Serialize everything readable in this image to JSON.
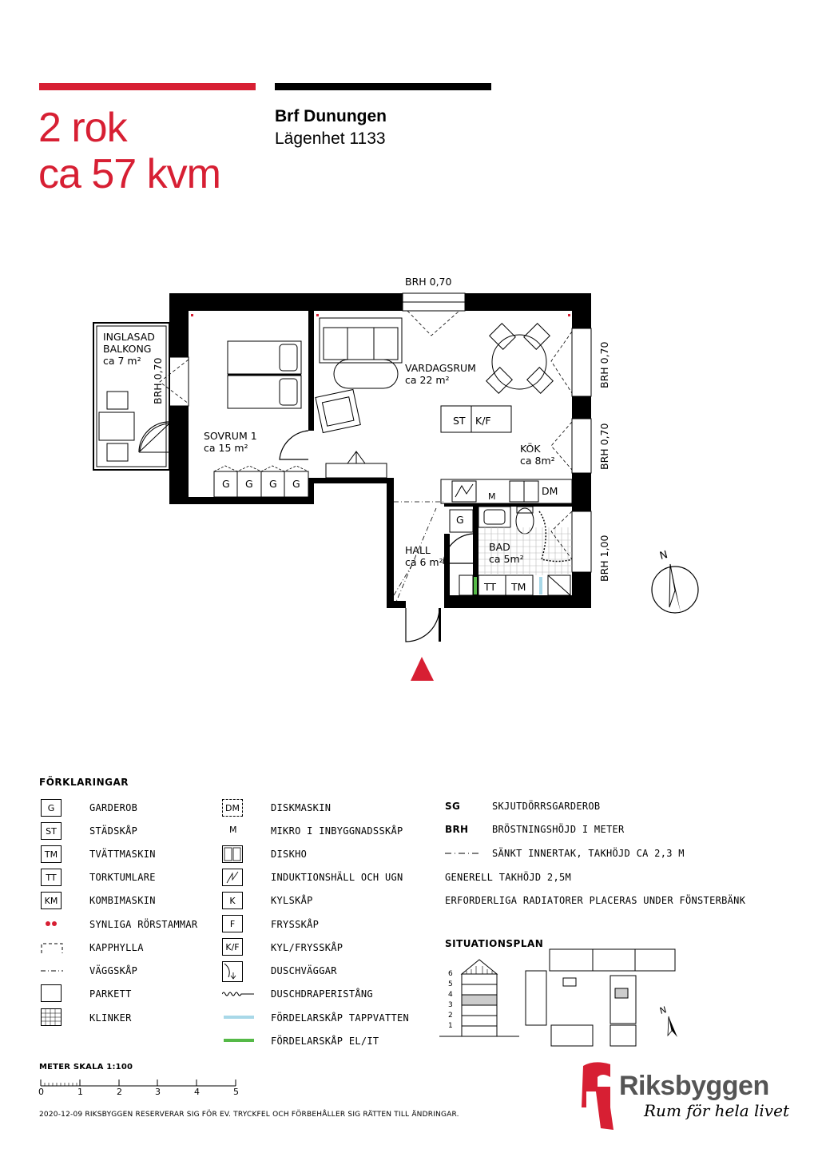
{
  "header": {
    "headline_line1": "2 rok",
    "headline_line2": "ca 57 kvm",
    "project_name": "Brf Dunungen",
    "apartment": "Lägenhet 1133"
  },
  "colors": {
    "accent": "#d71f33",
    "dark": "#000000"
  },
  "plan": {
    "rooms": [
      {
        "key": "balcony",
        "lines": [
          "INGLASAD",
          "BALKONG",
          "ca 7 m²"
        ]
      },
      {
        "key": "bedroom",
        "lines": [
          "SOVRUM 1",
          "ca 15 m²"
        ]
      },
      {
        "key": "living",
        "lines": [
          "VARDAGSRUM",
          "ca 22 m²"
        ]
      },
      {
        "key": "kitchen",
        "lines": [
          "KÖK",
          "ca 8m²"
        ]
      },
      {
        "key": "hall",
        "lines": [
          "HALL",
          "ca 6 m²"
        ]
      },
      {
        "key": "bath",
        "lines": [
          "BAD",
          "ca 5m²"
        ]
      }
    ],
    "brh": {
      "top": "BRH 0,70",
      "balcony": "BRH 0,70",
      "right1": "BRH 0,70",
      "right2": "BRH 0,70",
      "right3": "BRH 1,00"
    },
    "tags": {
      "wardrobe": "G",
      "cleaning": "ST",
      "fridge_freezer": "K/F",
      "dishwasher": "DM",
      "microwave": "M",
      "dryer": "TT",
      "washer": "TM"
    },
    "north": "N"
  },
  "legend": {
    "title": "FÖRKLARINGAR",
    "col1": [
      {
        "sym": "G",
        "icon": "box-label",
        "text": "GARDEROB"
      },
      {
        "sym": "ST",
        "icon": "box-label",
        "text": "STÄDSKÅP"
      },
      {
        "sym": "TM",
        "icon": "box-label",
        "text": "TVÄTTMASKIN"
      },
      {
        "sym": "TT",
        "icon": "box-label",
        "text": "TORKTUMLARE"
      },
      {
        "sym": "KM",
        "icon": "box-label",
        "text": "KOMBIMASKIN"
      },
      {
        "sym": "",
        "icon": "red-dots",
        "text": "SYNLIGA RÖRSTAMMAR"
      },
      {
        "sym": "",
        "icon": "dashed-shelf",
        "text": "KAPPHYLLA"
      },
      {
        "sym": "",
        "icon": "dash-dot-line",
        "text": "VÄGGSKÅP"
      },
      {
        "sym": "",
        "icon": "empty-box",
        "text": "PARKETT"
      },
      {
        "sym": "",
        "icon": "grid-box",
        "text": "KLINKER"
      }
    ],
    "col2": [
      {
        "sym": "DM",
        "icon": "dashed-box-label",
        "text": "DISKMASKIN"
      },
      {
        "sym": "M",
        "icon": "plain-label",
        "text": "MIKRO I INBYGGNADSSKÅP"
      },
      {
        "sym": "",
        "icon": "sink-box",
        "text": "DISKHO"
      },
      {
        "sym": "",
        "icon": "zigzag-box",
        "text": "INDUKTIONSHÄLL OCH UGN"
      },
      {
        "sym": "K",
        "icon": "box-label",
        "text": "KYLSKÅP"
      },
      {
        "sym": "F",
        "icon": "box-label",
        "text": "FRYSSKÅP"
      },
      {
        "sym": "K/F",
        "icon": "box-label",
        "text": "KYL/FRYSSKÅP"
      },
      {
        "sym": "",
        "icon": "shower-box",
        "text": "DUSCHVÄGGAR"
      },
      {
        "sym": "",
        "icon": "wave-line",
        "text": "DUSCHDRAPERISTÅNG"
      },
      {
        "sym": "",
        "icon": "light-blue-line",
        "text": "FÖRDELARSKÅP TAPPVATTEN"
      },
      {
        "sym": "",
        "icon": "green-line",
        "text": "FÖRDELARSKÅP EL/IT"
      }
    ],
    "col3": [
      {
        "sym": "SG",
        "text": "SKJUTDÖRRSGARDEROB"
      },
      {
        "sym": "BRH",
        "text": "BRÖSTNINGSHÖJD I METER"
      },
      {
        "sym": "",
        "icon": "dash-dot-line",
        "text": "SÄNKT INNERTAK, TAKHÖJD CA 2,3 M"
      }
    ],
    "notes": [
      "GENERELL TAKHÖJD 2,5M",
      "ERFORDERLIGA RADIATORER PLACERAS UNDER FÖNSTERBÄNK"
    ]
  },
  "situation": {
    "title": "SITUATIONSPLAN",
    "floors": [
      "6",
      "5",
      "4",
      "3",
      "2",
      "1"
    ],
    "highlight_floor": "4",
    "north": "N"
  },
  "scale": {
    "label": "METER  SKALA 1:100",
    "ticks": [
      "0",
      "1",
      "2",
      "3",
      "4",
      "5"
    ]
  },
  "footer": {
    "disclaimer": "2020-12-09  RIKSBYGGEN RESERVERAR SIG FÖR EV. TRYCKFEL OCH FÖRBEHÅLLER SIG RÄTTEN TILL ÄNDRINGAR."
  },
  "brand": {
    "name": "Riksbyggen",
    "tagline": "Rum för hela livet"
  }
}
